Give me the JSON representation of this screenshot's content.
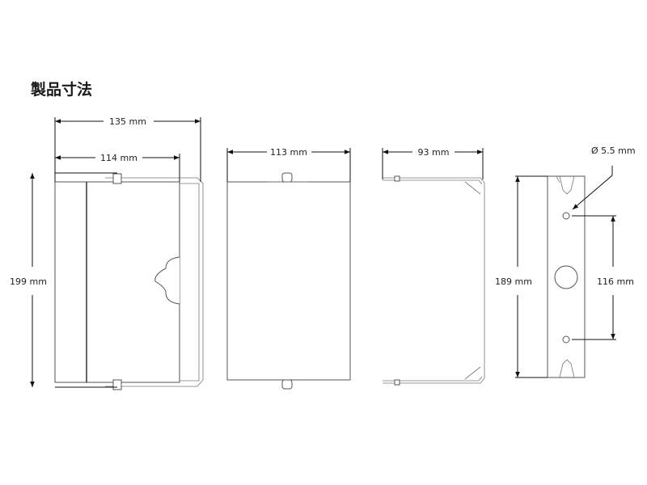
{
  "title": "製品寸法",
  "dimensions": {
    "side_total_width": "135 mm",
    "side_body_width": "114 mm",
    "side_height": "199 mm",
    "front_width": "113 mm",
    "bracket_depth": "93 mm",
    "plate_height": "189 mm",
    "hole_spacing": "116 mm",
    "hole_diameter": "Ø 5.5 mm"
  }
}
